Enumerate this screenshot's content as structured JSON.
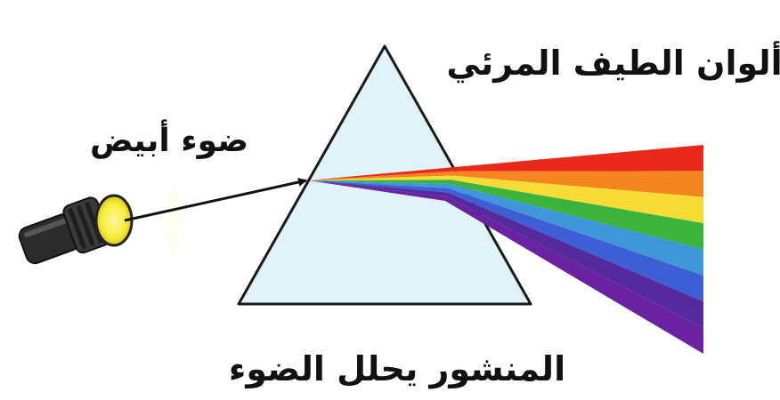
{
  "labels": {
    "spectrum": "ألوان الطيف المرئي",
    "white_light": "ضوء أبيض",
    "prism_caption": "المنشور يحلل الضوء"
  },
  "colors": {
    "prism_fill": "#dff3f8",
    "prism_stroke": "#1a1a1a",
    "flashlight_body": "#2b2b2b",
    "flashlight_lens": "#f7ec3a",
    "beam": "#111111",
    "spectrum": [
      "#e8291c",
      "#f5861f",
      "#f7dc35",
      "#3cb43c",
      "#3f97d9",
      "#3d5fd6",
      "#552a9e",
      "#6a22a3"
    ]
  },
  "icons": {
    "flashlight": "flashlight-icon"
  }
}
